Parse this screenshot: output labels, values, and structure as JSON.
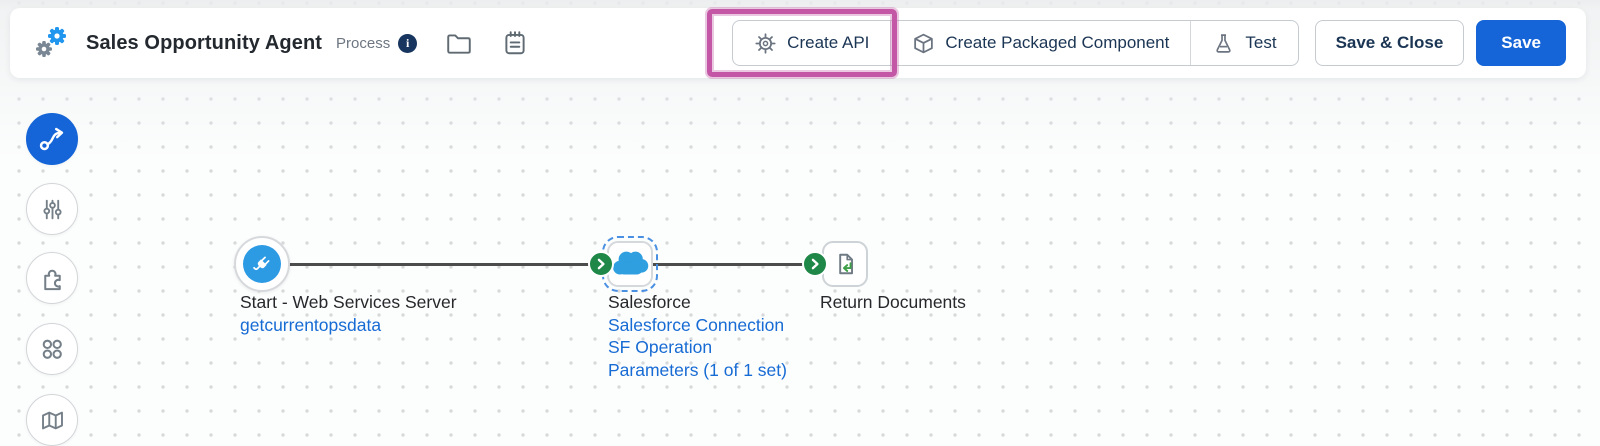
{
  "header": {
    "title": "Sales Opportunity Agent",
    "type_label": "Process",
    "buttons": {
      "create_api": "Create API",
      "create_packaged_component": "Create Packaged Component",
      "test": "Test",
      "save_and_close": "Save & Close",
      "save": "Save"
    }
  },
  "sidebar": {
    "items": [
      {
        "icon": "process-flow-icon",
        "active": true
      },
      {
        "icon": "sliders-icon",
        "active": false
      },
      {
        "icon": "puzzle-icon",
        "active": false
      },
      {
        "icon": "shapes-grid-icon",
        "active": false
      },
      {
        "icon": "map-icon",
        "active": false
      }
    ]
  },
  "canvas": {
    "nodes": [
      {
        "title": "Start - Web Services Server",
        "subtitle_link": "getcurrentopsdata",
        "icon": "plug-icon"
      },
      {
        "title": "Salesforce",
        "icon": "salesforce-cloud-icon",
        "selected": true,
        "links": [
          "Salesforce Connection",
          "SF Operation",
          "Parameters (1 of 1 set)"
        ]
      },
      {
        "title": "Return Documents",
        "icon": "return-document-icon"
      }
    ]
  },
  "colors": {
    "accent_blue": "#1565d8",
    "link_blue": "#176bd4",
    "connector_green": "#1f8747",
    "salesforce_blue": "#2f9fe0",
    "highlight_magenta": "#c357a5",
    "navy_text": "#1b3554"
  }
}
